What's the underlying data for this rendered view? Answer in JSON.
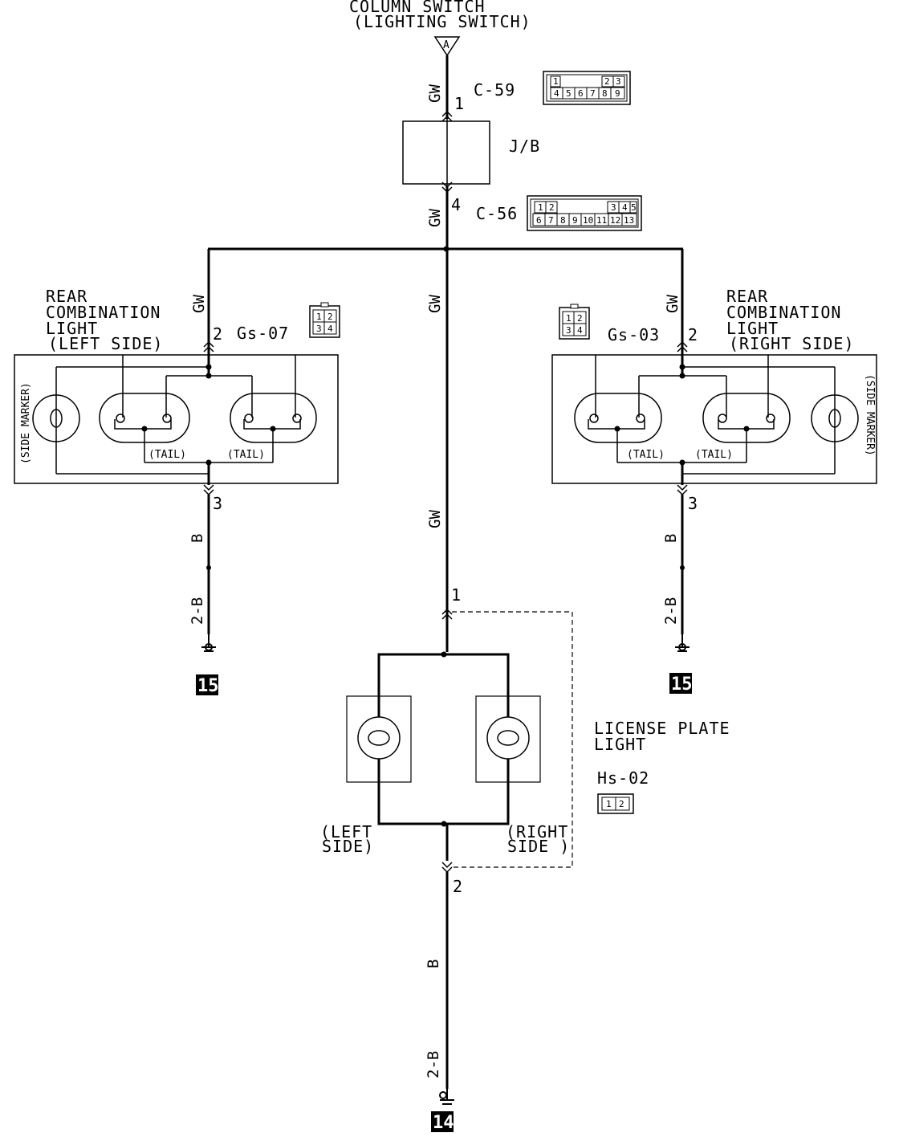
{
  "column_switch": {
    "title_line1": "COLUMN SWITCH",
    "title_line2": "(LIGHTING SWITCH)",
    "terminal": "A"
  },
  "connectors": {
    "c59": {
      "name": "C-59",
      "pin": "1",
      "cells_top": [
        "1",
        "2",
        "3"
      ],
      "cells_bottom": [
        "4",
        "5",
        "6",
        "7",
        "8",
        "9"
      ]
    },
    "c56": {
      "name": "C-56",
      "pin": "4",
      "cells_top": [
        "1",
        "2",
        "3",
        "4",
        "5"
      ],
      "cells_bottom": [
        "6",
        "7",
        "8",
        "9",
        "10",
        "11",
        "12",
        "13"
      ]
    },
    "gs07": {
      "name": "Gs-07",
      "pin_in": "2",
      "pin_out": "3",
      "cells": [
        "1",
        "2",
        "3",
        "4"
      ]
    },
    "gs03": {
      "name": "Gs-03",
      "pin_in": "2",
      "pin_out": "3",
      "cells": [
        "1",
        "2",
        "3",
        "4"
      ]
    },
    "hs02": {
      "name": "Hs-02",
      "pin_in": "1",
      "pin_out": "2",
      "cells": [
        "1",
        "2"
      ]
    }
  },
  "junction_block": {
    "label": "J/B"
  },
  "wires": {
    "main_gw": "GW",
    "branch_gw": "GW",
    "ground_b": "B",
    "ground_2b": "2-B"
  },
  "rear_left": {
    "line1": "REAR",
    "line2": "COMBINATION",
    "line3": "LIGHT",
    "line4": "(LEFT SIDE)",
    "side_marker": "(SIDE MARKER)",
    "tail1": "(TAIL)",
    "tail2": "(TAIL)"
  },
  "rear_right": {
    "line1": "REAR",
    "line2": "COMBINATION",
    "line3": "LIGHT",
    "line4": "(RIGHT SIDE)",
    "side_marker": "(SIDE MARKER)",
    "tail1": "(TAIL)",
    "tail2": "(TAIL)"
  },
  "license": {
    "line1": "LICENSE PLATE",
    "line2": "LIGHT",
    "left1": "(LEFT",
    "left2": "SIDE)",
    "right1": "(RIGHT",
    "right2": "SIDE )"
  },
  "grounds": {
    "left": "15",
    "right": "15",
    "bottom": "14"
  },
  "colors": {
    "line": "#000000",
    "background": "#ffffff"
  }
}
